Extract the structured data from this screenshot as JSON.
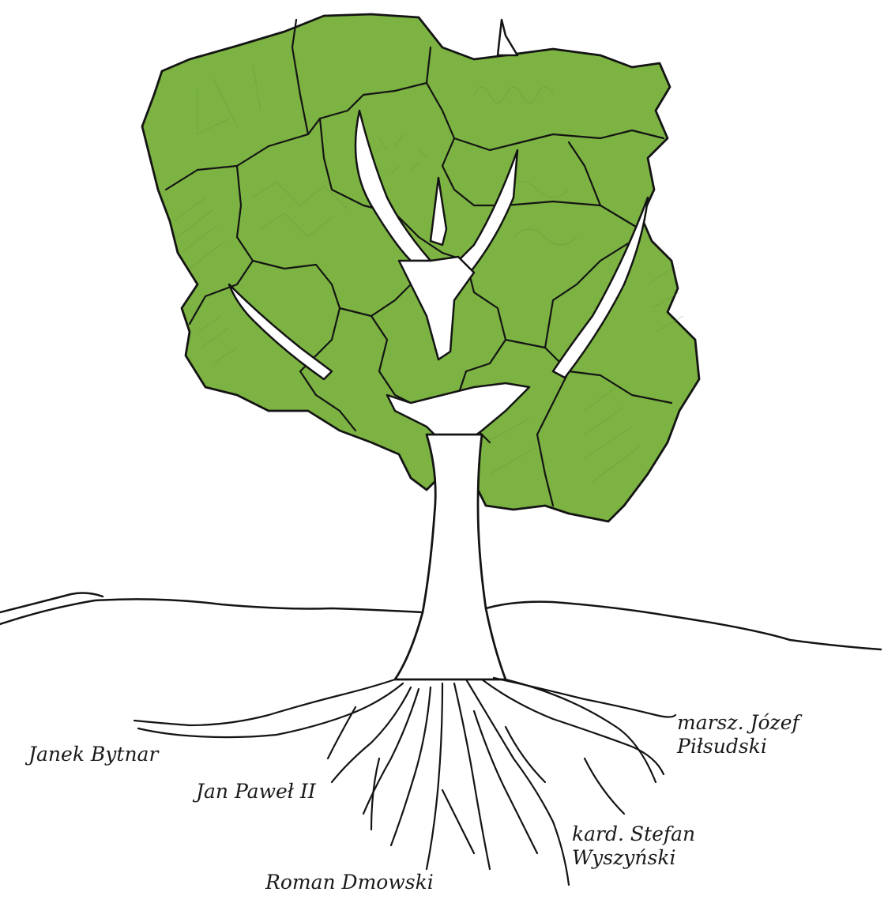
{
  "colors": {
    "crown_fill": "#7cb342",
    "crown_fill_dark": "#5f9130",
    "ink": "#141414",
    "background": "#ffffff"
  },
  "labels": {
    "janek": "Janek Bytnar",
    "jan_pawel": "Jan Paweł II",
    "dmowski": "Roman Dmowski",
    "pilsudski_line1": "marsz. Józef",
    "pilsudski_line2": "Piłsudski",
    "wyszynski_line1": "kard. Stefan",
    "wyszynski_line2": "Wyszyński"
  }
}
